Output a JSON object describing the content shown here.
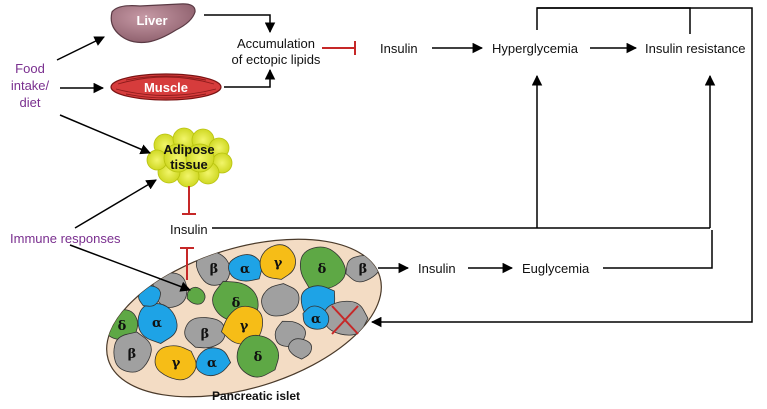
{
  "labels": {
    "food_intake": [
      "Food",
      "intake/",
      "diet"
    ],
    "liver": "Liver",
    "muscle": "Muscle",
    "adipose": [
      "Adipose",
      "tissue"
    ],
    "accumulation": [
      "Accumulation",
      "of ectopic lipids"
    ],
    "insulin_top": "Insulin",
    "hyperglycemia": "Hyperglycemia",
    "insulin_resistance": "Insulin resistance",
    "immune_responses": "Immune responses",
    "insulin_mid": "Insulin",
    "insulin_right": "Insulin",
    "euglycemia": "Euglycemia",
    "pancreatic_islet": "Pancreatic islet"
  },
  "colors": {
    "text_purple": "#7a2f8f",
    "inhibit_red": "#c62828",
    "alpha_cell": "#1ea3e6",
    "beta_cell": "#a0a0a0",
    "gamma_cell": "#f6bd17",
    "delta_cell": "#5ea845",
    "islet_bg": "#f3dcc4",
    "liver": "#a97a86",
    "muscle": "#d63c3c",
    "adipose": "#d8e11f"
  },
  "cells": [
    {
      "type": "alpha",
      "symbol": "α"
    },
    {
      "type": "beta",
      "symbol": "β"
    },
    {
      "type": "gamma",
      "symbol": "γ"
    },
    {
      "type": "delta",
      "symbol": "δ"
    }
  ]
}
